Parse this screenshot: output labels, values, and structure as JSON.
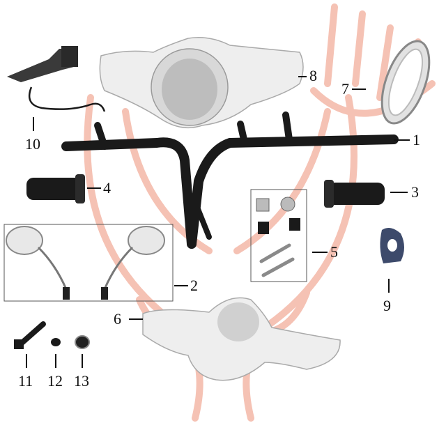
{
  "diagram": {
    "watermark_color": "#f4b8a8",
    "part_color_light": "#eeeeee",
    "part_color_dark": "#1a1a1a",
    "callouts": [
      {
        "id": "1",
        "label": "1",
        "part": "handlebar"
      },
      {
        "id": "2",
        "label": "2",
        "part": "mirror-set"
      },
      {
        "id": "3",
        "label": "3",
        "part": "right-grip"
      },
      {
        "id": "4",
        "label": "4",
        "part": "left-grip"
      },
      {
        "id": "5",
        "label": "5",
        "part": "bolt-kit"
      },
      {
        "id": "6",
        "label": "6",
        "part": "lower-handlebar-cover"
      },
      {
        "id": "7",
        "label": "7",
        "part": "headlight-rim"
      },
      {
        "id": "8",
        "label": "8",
        "part": "upper-handlebar-cover"
      },
      {
        "id": "9",
        "label": "9",
        "part": "throttle-clamp"
      },
      {
        "id": "10",
        "label": "10",
        "part": "brake-lever"
      },
      {
        "id": "11",
        "label": "11",
        "part": "bolt"
      },
      {
        "id": "12",
        "label": "12",
        "part": "washer-small"
      },
      {
        "id": "13",
        "label": "13",
        "part": "washer-large"
      }
    ]
  }
}
